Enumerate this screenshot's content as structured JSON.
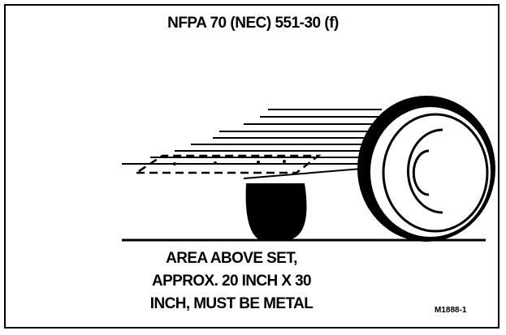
{
  "title": "NFPA 70 (NEC) 551-30 (f)",
  "caption": {
    "line1": "AREA ABOVE SET,",
    "line2": "APPROX. 20 INCH X 30",
    "line3": "INCH, MUST BE METAL"
  },
  "figure_id": "M1888-1"
}
